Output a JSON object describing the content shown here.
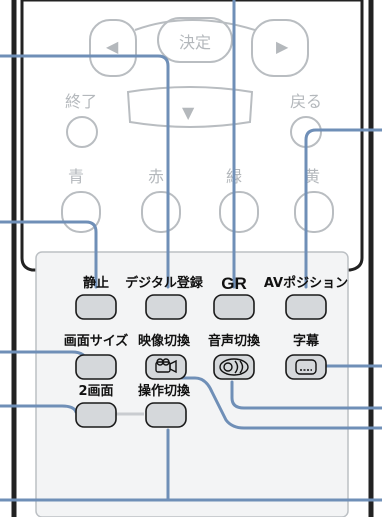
{
  "top_pad": {
    "center_label": "決定",
    "left_arrow": "◀",
    "right_arrow": "▶",
    "down_arrow": "▼"
  },
  "faded_row1": {
    "left_label": "終了",
    "right_label": "戻る"
  },
  "faded_row2": {
    "labels": [
      "青",
      "赤",
      "緑",
      "黄"
    ]
  },
  "buttons_row1": {
    "still": "静止",
    "digital_record": "デジタル登録",
    "gr": "GR",
    "av_position": "AVポジション"
  },
  "buttons_row2": {
    "screen_size": "画面サイズ",
    "video_switch": "映像切換",
    "audio_switch": "音声切換",
    "subtitles": "字幕"
  },
  "buttons_row3": {
    "dual_screen": "2画面",
    "operation_switch": "操作切換"
  },
  "colors": {
    "callout": "#6f8fb7",
    "button_fill": "#d5d8db",
    "faint": "#b9bdc1",
    "panel": "#f3f4f5"
  },
  "icons": {
    "video_switch_icon": "camera-icon",
    "audio_switch_icon": "speaker-icon",
    "subtitles_icon": "caption-icon"
  }
}
